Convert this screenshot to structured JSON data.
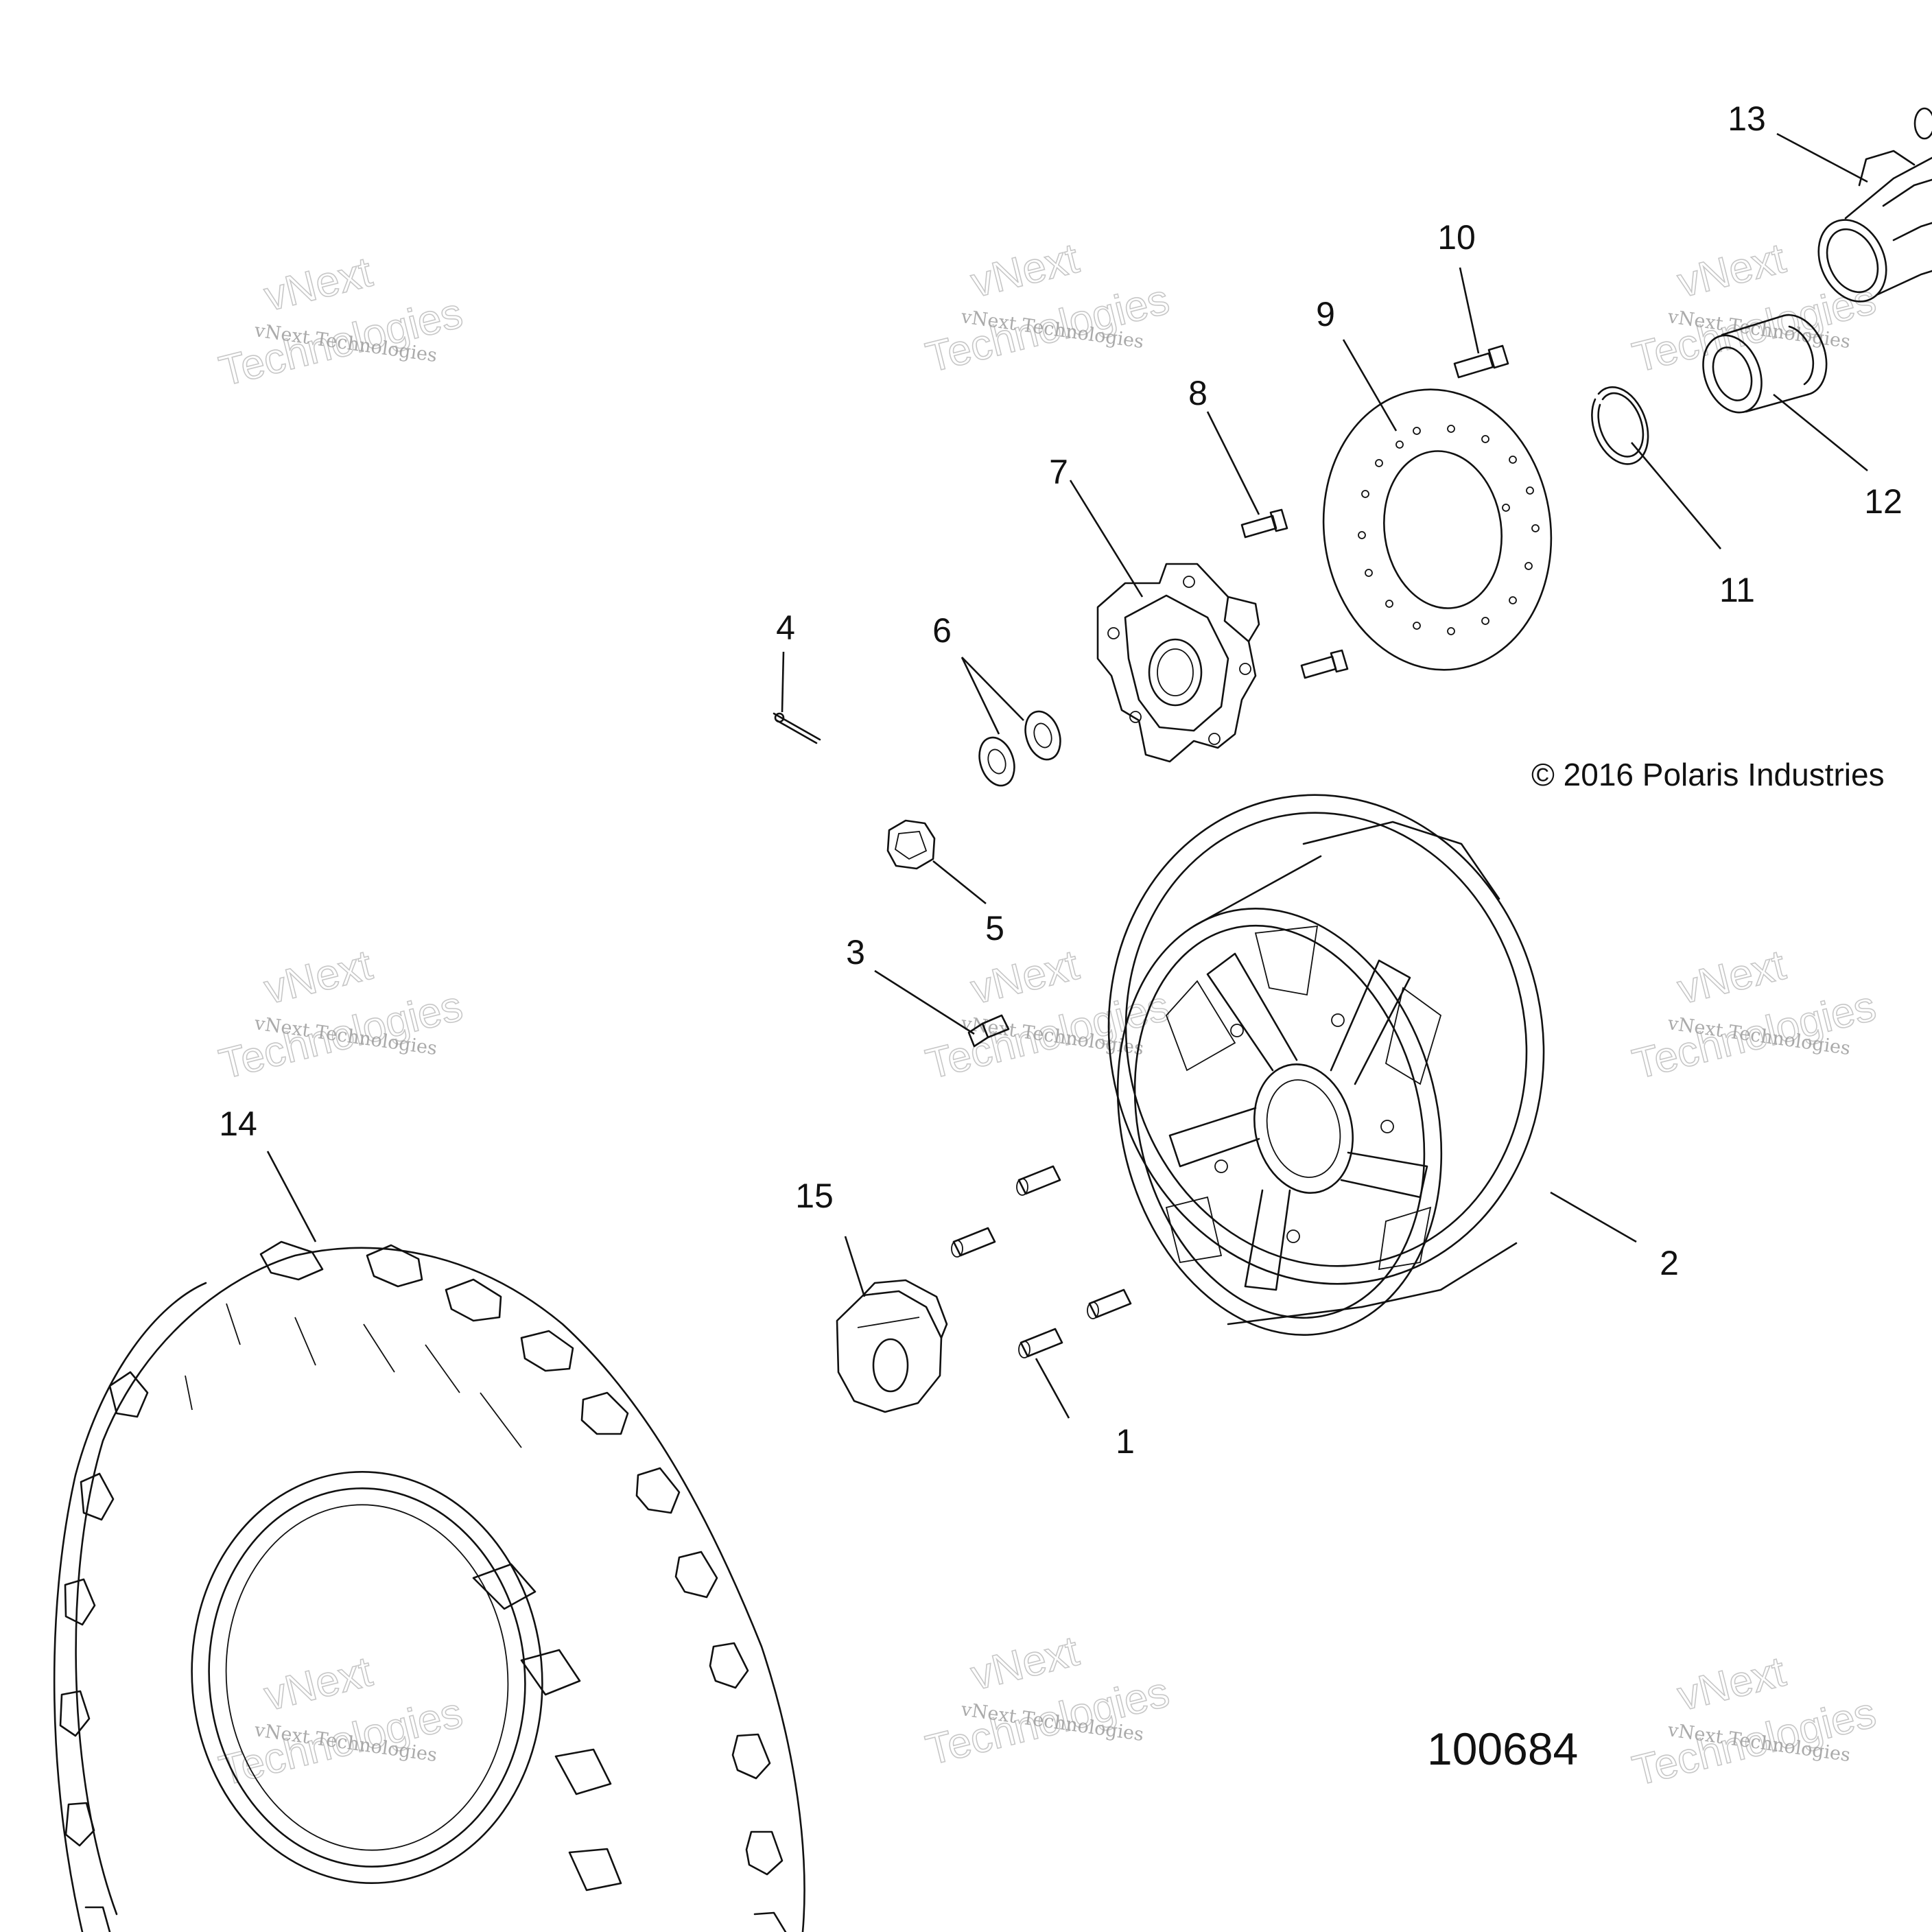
{
  "callouts": [
    "1",
    "2",
    "3",
    "4",
    "5",
    "6",
    "7",
    "8",
    "9",
    "10",
    "11",
    "12",
    "13",
    "14",
    "15"
  ],
  "copyright": "© 2016 Polaris Industries",
  "drawing_number": "100684",
  "watermark": {
    "line1": "vNext Technologies",
    "line2": "vNext",
    "line3": "Technologies"
  }
}
